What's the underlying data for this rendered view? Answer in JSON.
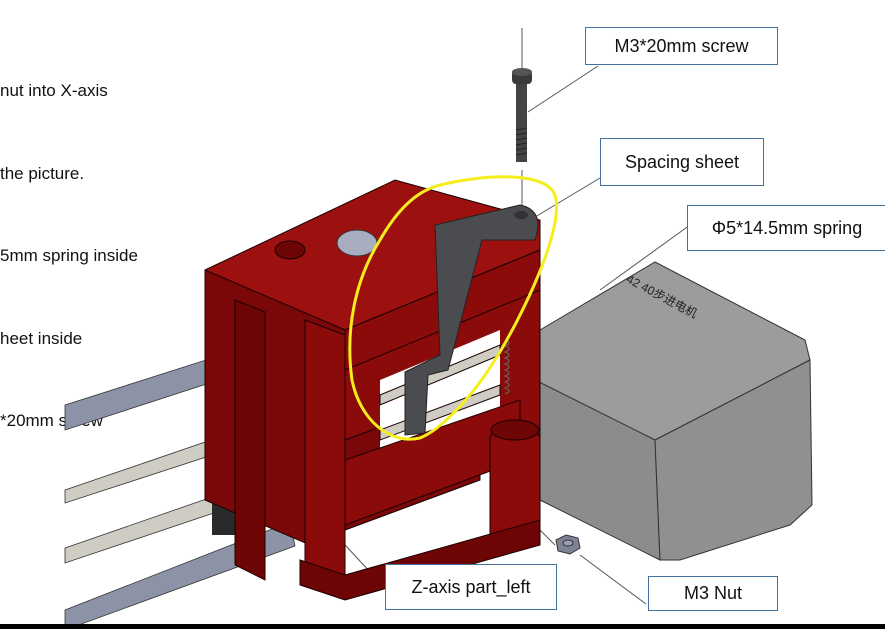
{
  "instructions": {
    "lines": [
      "nut into X-axis",
      " the picture.",
      "5mm spring inside",
      "heet inside",
      "*20mm screw"
    ]
  },
  "callouts": {
    "screw": "M3*20mm screw",
    "spacing_sheet": "Spacing sheet",
    "spring": "Φ5*14.5mm spring",
    "z_axis_part": "Z-axis part_left",
    "nut": "M3 Nut"
  },
  "motor_marking": "42 40步进电机",
  "colors": {
    "part_red": "#8b0a0a",
    "part_red_dark": "#5e0000",
    "motor_gray": "#8e9092",
    "rod_gray": "#8d93a6",
    "sheet_dark": "#4a4c50",
    "highlight_yellow": "#f5ee1c",
    "callout_border": "#41719c"
  }
}
